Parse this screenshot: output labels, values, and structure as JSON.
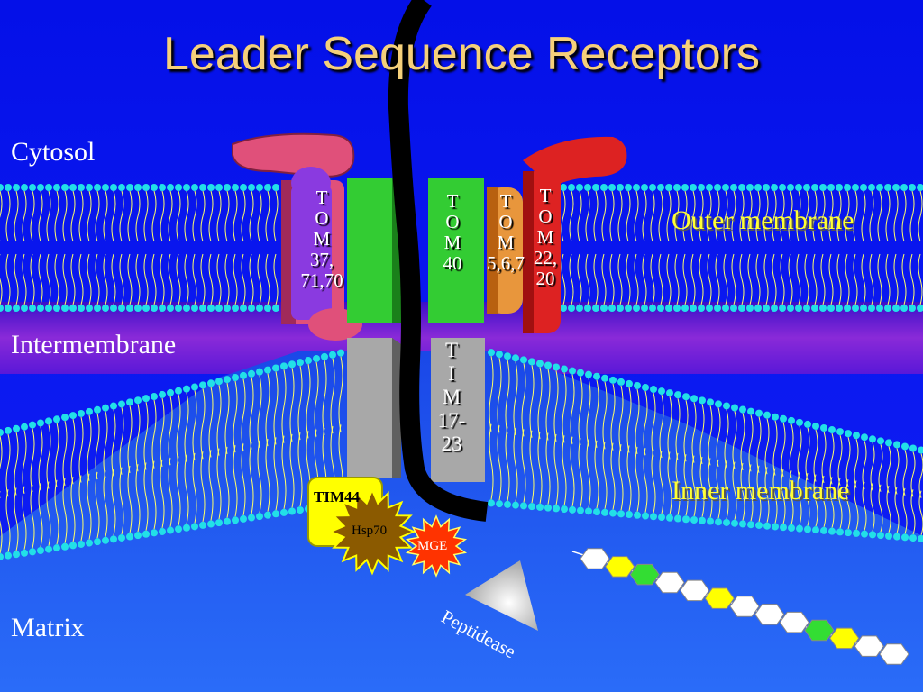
{
  "title": "Leader Sequence Receptors",
  "regions": {
    "cytosol": "Cytosol",
    "intermembrane": "Intermembrane",
    "matrix": "Matrix"
  },
  "membranes": {
    "outer": "Outer membrane",
    "inner": "Inner membrane"
  },
  "proteins": {
    "tom37": [
      "T",
      "O",
      "M",
      "37,",
      "71,70"
    ],
    "tom40": [
      "T",
      "O",
      "M",
      "40"
    ],
    "tom56": [
      "T",
      "O",
      "M",
      "5,6,7"
    ],
    "tom22": [
      "T",
      "O",
      "M",
      "22,",
      "20"
    ],
    "tim1723": [
      "T",
      "I",
      "M",
      "17-",
      "23"
    ],
    "tim44": "TIM44",
    "hsp70": "Hsp70",
    "mge": "MGE",
    "peptidease": "Peptidease"
  },
  "colors": {
    "title": "#f5d07a",
    "membrane_label": "#ffff33",
    "tom37": "#e0507a",
    "tom40": "#33cc33",
    "tom56": "#e8963c",
    "tom22": "#dd2222",
    "tim1723": "#a0a0a0",
    "tim44": "#ffff00",
    "hsp70": "#8b5a00",
    "mge": "#ff3300"
  },
  "chain_beads": [
    "white",
    "yellow",
    "green",
    "white",
    "white",
    "yellow",
    "white",
    "white",
    "white",
    "green",
    "yellow",
    "white",
    "white"
  ]
}
